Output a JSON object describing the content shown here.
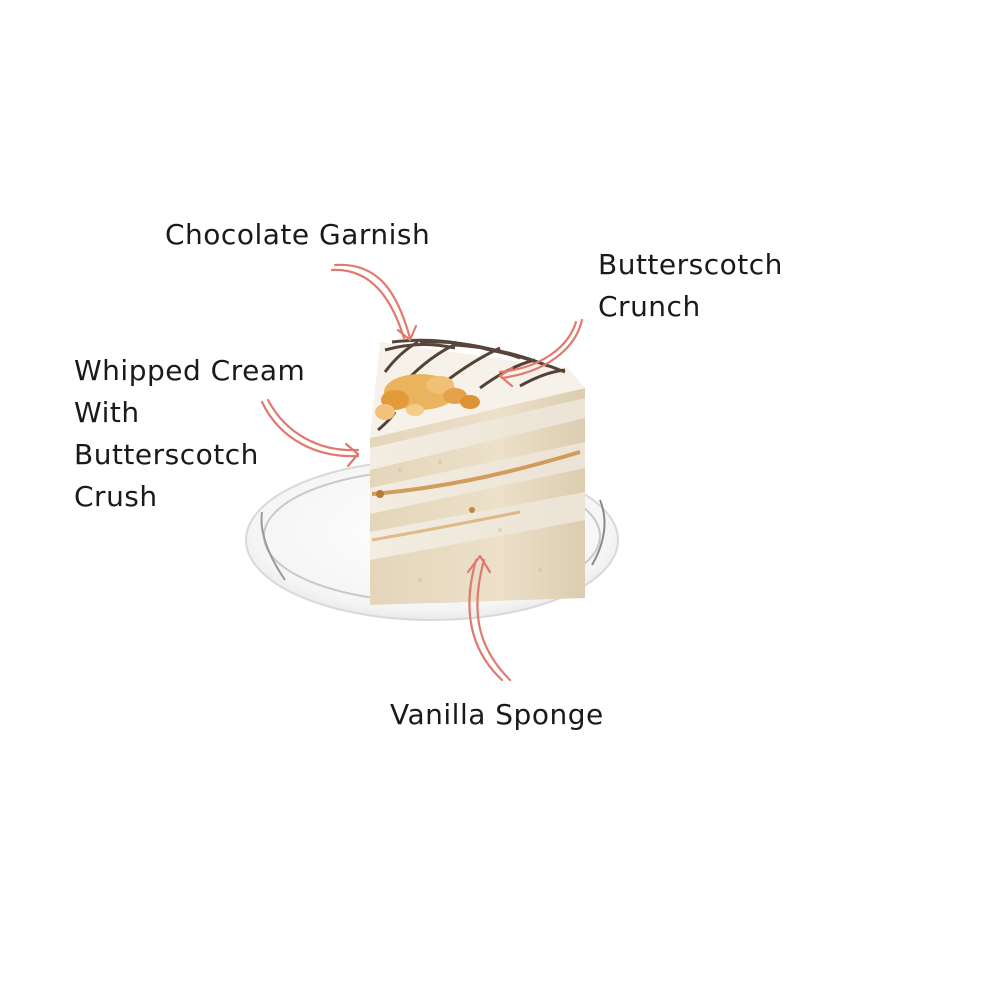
{
  "labels": {
    "chocolate_garnish": "Chocolate Garnish",
    "butterscotch_crunch": [
      "Butterscotch",
      "Crunch"
    ],
    "whipped_cream": [
      "Whipped Cream",
      "With",
      "Butterscotch",
      "Crush"
    ],
    "vanilla_sponge": "Vanilla Sponge"
  },
  "colors": {
    "arrow": "#e07a6e",
    "text": "#1a1a1a",
    "sponge": "#e9dcc3",
    "cream": "#f4efe6",
    "plate": "#f7f7f7",
    "butterscotch": "#e8a64a",
    "chocolate": "#3a2418"
  }
}
